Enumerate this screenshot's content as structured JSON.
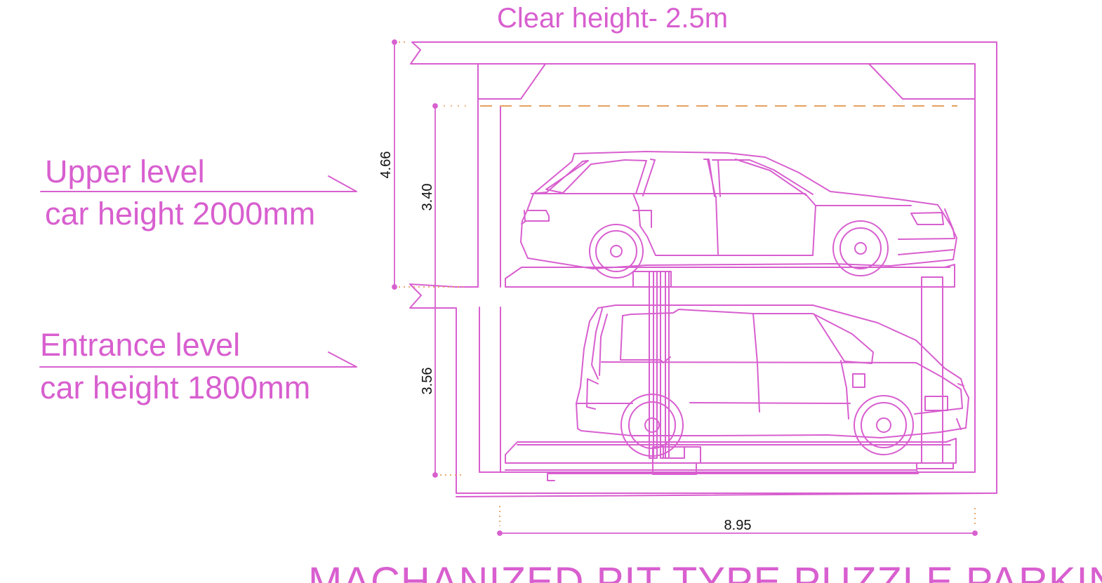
{
  "labels": {
    "clear_height": "Clear height- 2.5m",
    "upper_level_line1": "Upper level",
    "upper_level_line2": "car height 2000mm",
    "entrance_level_line1": "Entrance level",
    "entrance_level_line2": "car height 1800mm",
    "title": "MACHANIZED PIT TYPE PUZZLE PARKING"
  },
  "dimensions": {
    "total_height": "4.66",
    "upper_height": "3.40",
    "lower_height": "3.56",
    "width": "8.95"
  },
  "colors": {
    "line": "#d85fcf",
    "dash": "#e6a05f",
    "text": "#111111"
  }
}
